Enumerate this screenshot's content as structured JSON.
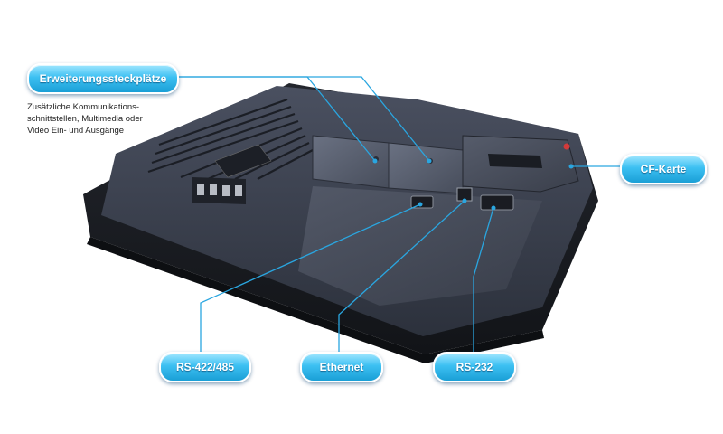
{
  "colors": {
    "callout_fill": "#38bdf0",
    "leader_line": "#2aa6e0",
    "device_body": "#3a3f4c"
  },
  "callouts": {
    "erweiterung": {
      "label": "Erweiterungssteckplätze",
      "description": [
        "Zusätzliche Kommunikations-",
        "schnittstellen, Multimedia oder",
        "Video Ein- und Ausgänge"
      ]
    },
    "cf_karte": {
      "label": "CF-Karte"
    },
    "rs422": {
      "label": "RS-422/485"
    },
    "ethernet": {
      "label": "Ethernet"
    },
    "rs232": {
      "label": "RS-232"
    }
  }
}
